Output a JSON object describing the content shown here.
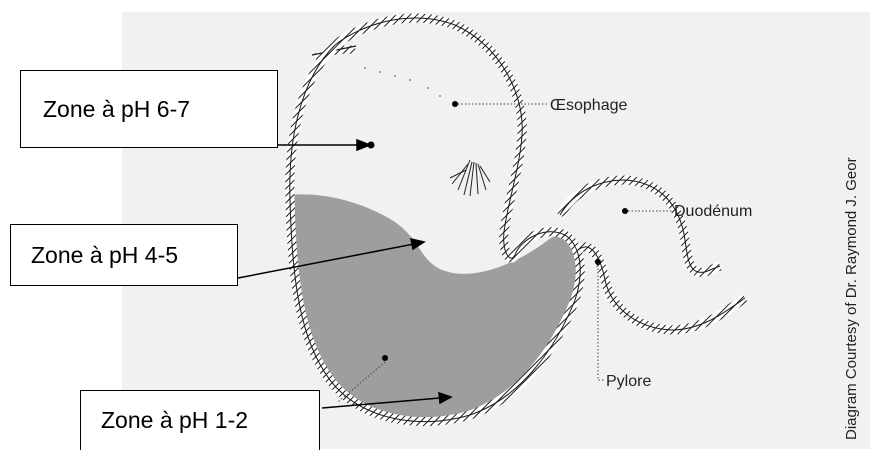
{
  "zones": {
    "ph_6_7": "Zone à pH 6-7",
    "ph_4_5": "Zone à pH 4-5",
    "ph_1_2": "Zone à pH 1-2"
  },
  "anatomy": {
    "esophagus": "Œsophage",
    "duodenum": "Duodénum",
    "pylorus": "Pylore"
  },
  "credit": "Diagram Courtesy of Dr. Raymond J. Geor",
  "colors": {
    "background_panel": "#f1f1f1",
    "acid_fill": "#9e9e9e",
    "wall_stroke": "#1a1a1a"
  }
}
